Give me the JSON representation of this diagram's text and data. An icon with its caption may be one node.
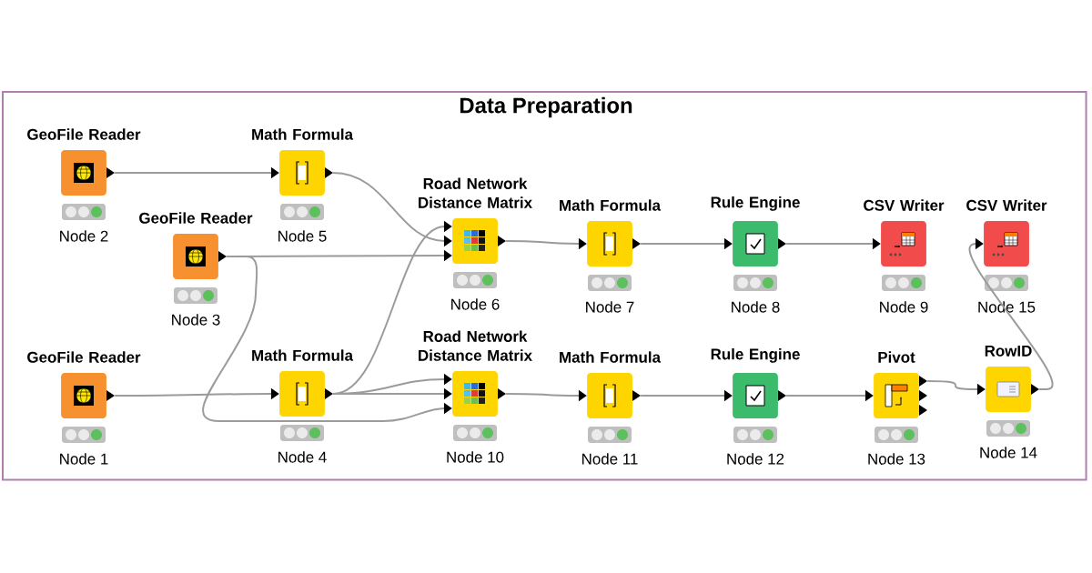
{
  "diagram": {
    "nodes": [
      {
        "text": [
          "Data Preparation"
        ]
      },
      {
        "text": [
          "GeoFile Reader"
        ],
        "beside": [
          "Node 2"
        ],
        "in": 0
      },
      {
        "text": [
          "Math Formula"
        ],
        "beside": [
          "Node 5"
        ],
        "in": 0
      },
      {
        "text": [
          "GeoFile Reader"
        ],
        "beside": [
          "Node 3"
        ],
        "in": 0
      },
      {
        "text": [
          "Road Network Distance Matrix"
        ],
        "beside": [
          "Node 6"
        ],
        "in": 0
      },
      {
        "text": [
          "Math Formula"
        ],
        "beside": [
          "Node 7"
        ],
        "in": 0
      },
      {
        "text": [
          "Rule Engine"
        ],
        "beside": [
          "Node 8"
        ],
        "in": 0
      },
      {
        "text": [
          "CSV Writer"
        ],
        "beside": [
          "Node 9"
        ],
        "in": 0
      },
      {
        "text": [
          "CSV Writer"
        ],
        "beside": [
          "Node 15"
        ],
        "in": 0
      },
      {
        "text": [
          "GeoFile Reader"
        ],
        "beside": [
          "Node 1"
        ],
        "in": 0
      },
      {
        "text": [
          "Math Formula"
        ],
        "beside": [
          "Node 4"
        ],
        "in": 0
      },
      {
        "text": [
          "Road Network Distance Matrix"
        ],
        "beside": [
          "Node 10"
        ],
        "in": 0
      },
      {
        "text": [
          "Math Formula"
        ],
        "beside": [
          "Node 11"
        ],
        "in": 0
      },
      {
        "text": [
          "Rule Engine"
        ],
        "beside": [
          "Node 12"
        ],
        "in": 0
      },
      {
        "text": [
          "Pivot"
        ],
        "beside": [
          "Node 13"
        ],
        "in": 0
      },
      {
        "text": [
          "RowID"
        ],
        "beside": [
          "Node 14"
        ],
        "in": 0
      }
    ],
    "edges": [
      {
        "from": 1,
        "to": 2,
        "arrow": "to"
      },
      {
        "from": 2,
        "to": 4,
        "arrow": "to"
      },
      {
        "from": 10,
        "to": 4,
        "arrow": "to"
      },
      {
        "from": 3,
        "to": 4,
        "arrow": "to"
      },
      {
        "from": 4,
        "to": 5,
        "arrow": "to"
      },
      {
        "from": 5,
        "to": 6,
        "arrow": "to"
      },
      {
        "from": 6,
        "to": 7,
        "arrow": "to"
      },
      {
        "from": 9,
        "to": 10,
        "arrow": "to"
      },
      {
        "from": 10,
        "to": 11,
        "arrow": "to"
      },
      {
        "from": 10,
        "to": 11,
        "arrow": "to"
      },
      {
        "from": 3,
        "to": 11,
        "arrow": "to"
      },
      {
        "from": 11,
        "to": 12,
        "arrow": "to"
      },
      {
        "from": 12,
        "to": 13,
        "arrow": "to"
      },
      {
        "from": 13,
        "to": 14,
        "arrow": "to"
      },
      {
        "from": 14,
        "to": 15,
        "arrow": "to"
      },
      {
        "from": 15,
        "to": 8,
        "arrow": "to"
      }
    ]
  }
}
